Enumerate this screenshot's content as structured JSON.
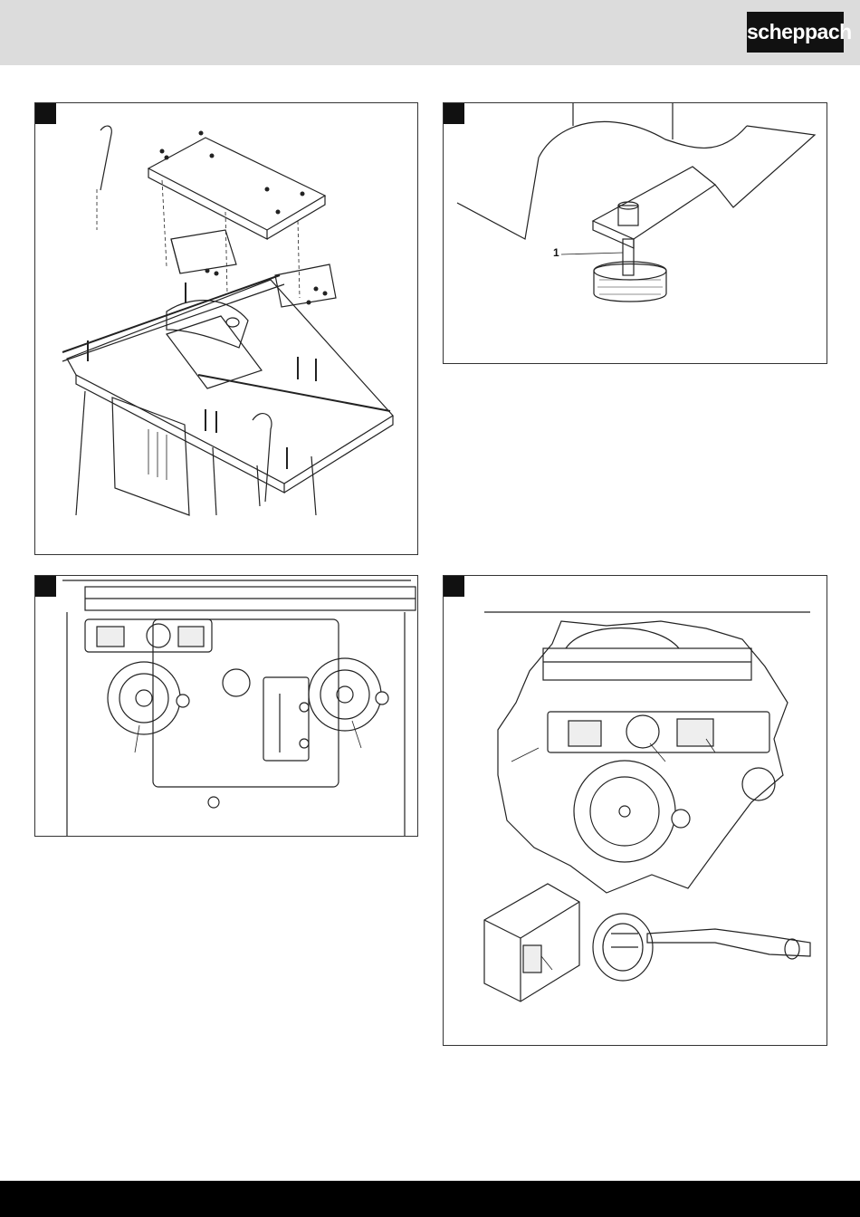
{
  "header": {
    "brand": "scheppach"
  },
  "figures": [
    {
      "id": "fig-a",
      "subject": "table-saw-assembly-exploded"
    },
    {
      "id": "fig-b",
      "subject": "leveling-foot",
      "callouts": [
        "1"
      ]
    },
    {
      "id": "fig-c",
      "subject": "front-panel-handwheels"
    },
    {
      "id": "fig-d",
      "subject": "switch-detail-and-plug"
    }
  ],
  "colors": {
    "header_bg": "#dcdcdc",
    "footer_bg": "#000000",
    "ink": "#222222"
  }
}
